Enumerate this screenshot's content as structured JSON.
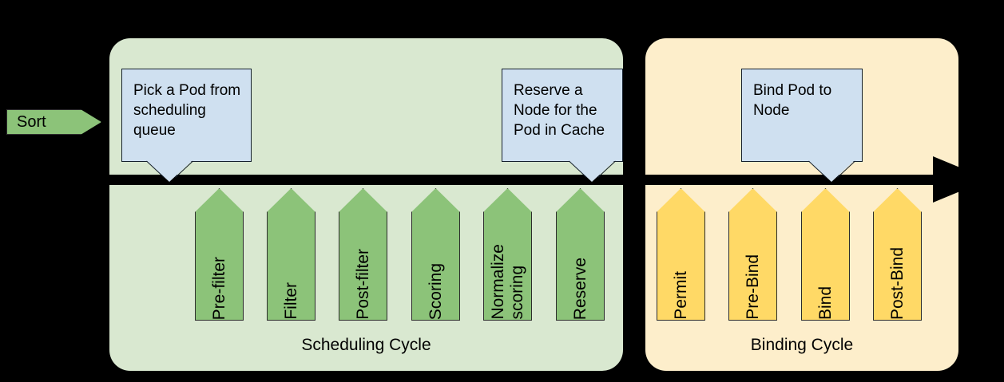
{
  "diagram": {
    "entry": {
      "label": "Sort"
    },
    "timeline": {
      "arrow_icon": "right-arrow-icon"
    },
    "callouts": [
      {
        "id": "pick",
        "text": "Pick a Pod from scheduling queue"
      },
      {
        "id": "reserve",
        "text": "Reserve a Node for the Pod in Cache"
      },
      {
        "id": "bind",
        "text": "Bind Pod to Node"
      }
    ],
    "scheduling_cycle": {
      "caption": "Scheduling Cycle",
      "color": "#d9e8d0",
      "plugin_color": "#8cc379",
      "plugins": [
        {
          "label": "Pre-filter"
        },
        {
          "label": "Filter"
        },
        {
          "label": "Post-filter"
        },
        {
          "label": "Scoring"
        },
        {
          "label": "Normalize\nscoring"
        },
        {
          "label": "Reserve"
        }
      ]
    },
    "binding_cycle": {
      "caption": "Binding Cycle",
      "color": "#fdeecb",
      "plugin_color": "#ffd966",
      "plugins": [
        {
          "label": "Permit"
        },
        {
          "label": "Pre-Bind"
        },
        {
          "label": "Bind"
        },
        {
          "label": "Post-Bind"
        }
      ]
    },
    "colors": {
      "callout_fill": "#cfe0f0",
      "timeline": "#000000",
      "background": "#000000"
    }
  }
}
